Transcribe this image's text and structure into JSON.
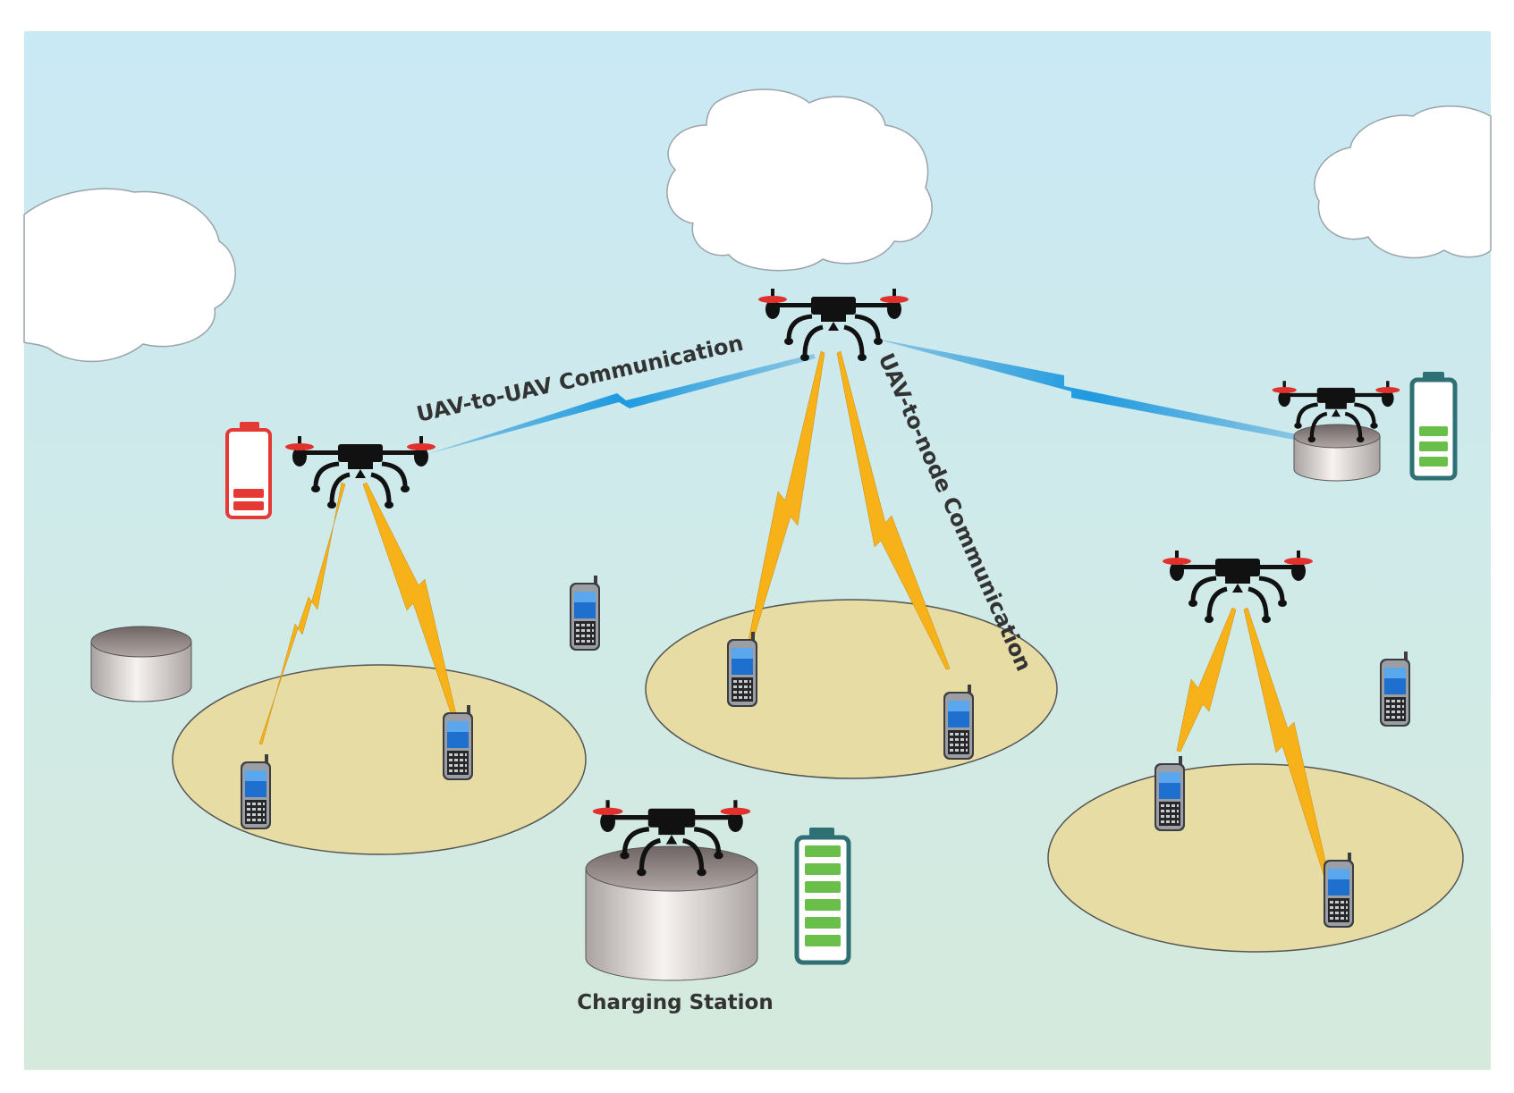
{
  "labels": {
    "uav_to_uav": "UAV-to-UAV Communication",
    "uav_to_node": "UAV-to-node Communication",
    "charging_station": "Charging Station"
  },
  "colors": {
    "sky_top": "#c9e9f5",
    "sky_bottom": "#d5eadc",
    "coverage_area": "#e6dca4",
    "uav_link": "#1e9ae0",
    "node_link": "#f7b21a",
    "battery_low": "#e53935",
    "battery_full_fill": "#6abf4b",
    "battery_frame": "#2e7073",
    "label_text": "#333333"
  },
  "icons": {
    "uav": "quadcopter-drone-icon",
    "node": "smartphone-icon",
    "station": "charging-pad-icon",
    "battery": "battery-icon",
    "cloud": "cloud-icon"
  },
  "batteries": {
    "left_uav": {
      "level": 0.25,
      "state": "low"
    },
    "right_uav": {
      "level": 0.6,
      "state": "medium"
    },
    "charging_station": {
      "level": 1.0,
      "state": "full"
    }
  }
}
